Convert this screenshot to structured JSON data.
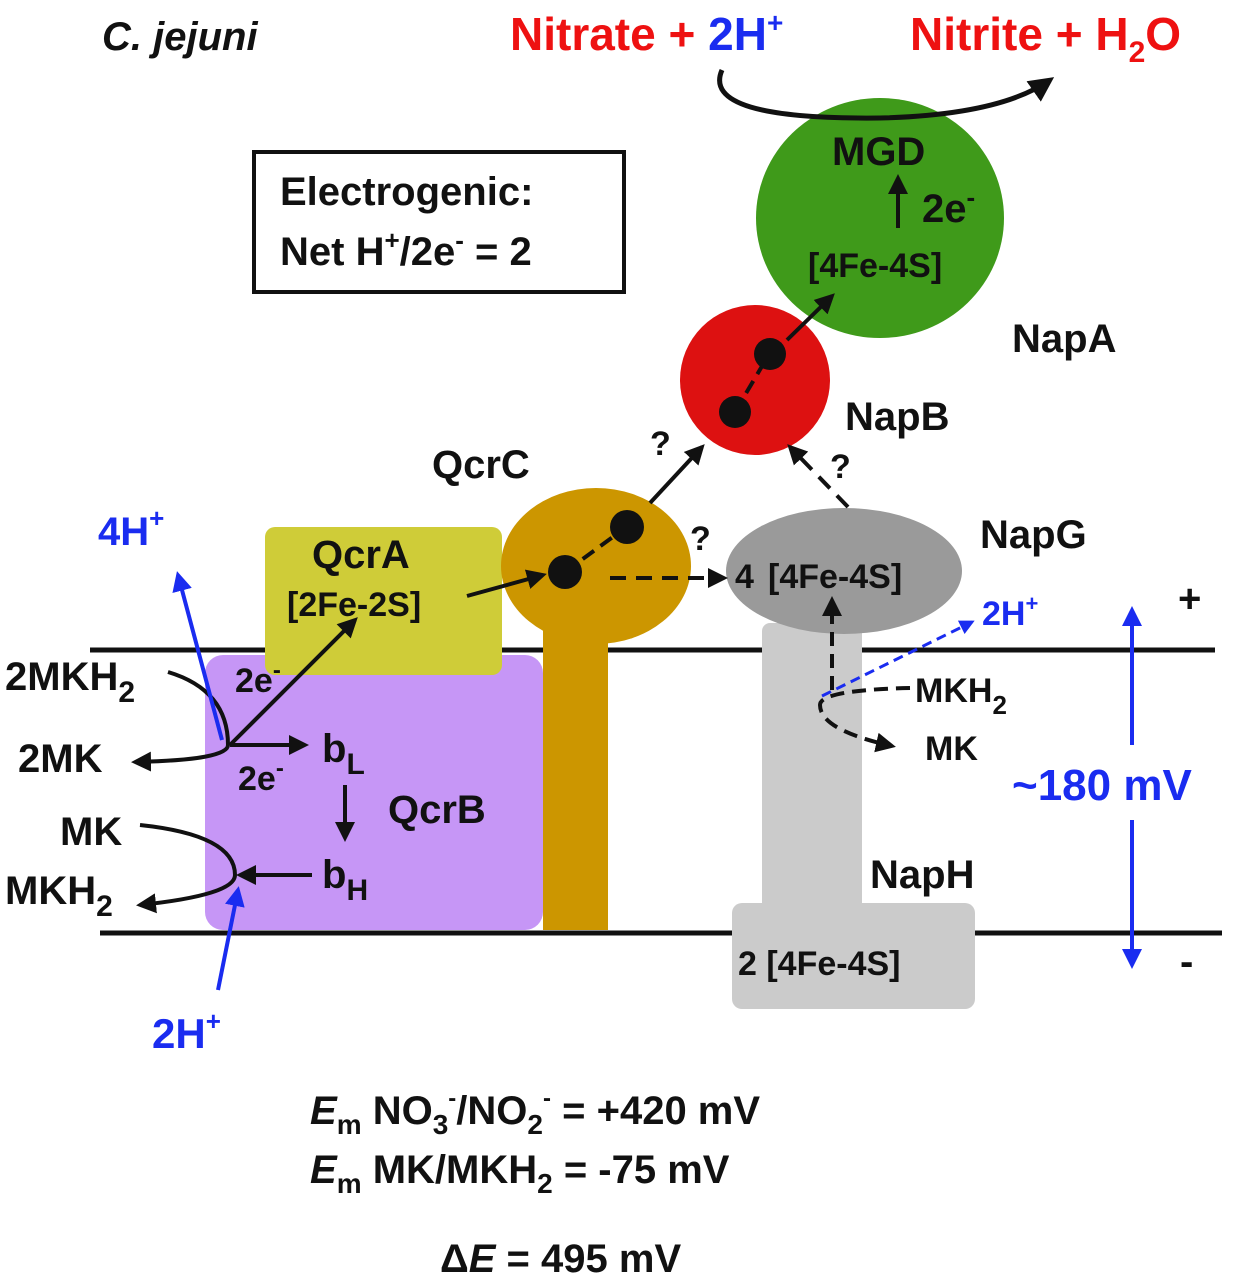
{
  "title": {
    "organism": "C. jejuni"
  },
  "reaction": {
    "substrate": "Nitrate",
    "plus1": "+",
    "protons": "2H",
    "protons_sup": "+",
    "product": "Nitrite",
    "plus2": "+",
    "water_h": "H",
    "water_sub": "2",
    "water_o": "O"
  },
  "electrogenic_box": {
    "line1": "Electrogenic:",
    "line2_pre": "Net H",
    "line2_sup1": "+",
    "line2_mid": "/2e",
    "line2_sup2": "-",
    "line2_post": " = 2"
  },
  "napa": {
    "name": "NapA",
    "mgd": "MGD",
    "e_count": "2e",
    "e_sup": "-",
    "cluster": "[4Fe-4S]"
  },
  "napb": {
    "name": "NapB"
  },
  "napg": {
    "name": "NapG",
    "count": "4",
    "cluster": "[4Fe-4S]"
  },
  "naph": {
    "name": "NapH",
    "cluster": "2 [4Fe-4S]"
  },
  "qcrc": {
    "name": "QcrC"
  },
  "qcra": {
    "name": "QcrA",
    "cluster": "[2Fe-2S]"
  },
  "qcrb": {
    "name": "QcrB",
    "bl": "b",
    "bl_sub": "L",
    "bh": "b",
    "bh_sub": "H",
    "e1": "2e",
    "e1_sup": "-",
    "e2": "2e",
    "e2_sup": "-"
  },
  "question_marks": [
    "?",
    "?",
    "?"
  ],
  "left_side": {
    "top_protons": "4H",
    "top_protons_sup": "+",
    "mkh2_top": "2MKH",
    "mkh2_top_sub": "2",
    "mk_top": "2MK",
    "mk_bottom": "MK",
    "mkh2_bottom": "MKH",
    "mkh2_bottom_sub": "2",
    "bottom_protons": "2H",
    "bottom_protons_sup": "+"
  },
  "napgh_side": {
    "protons": "2H",
    "protons_sup": "+",
    "mkh2": "MKH",
    "mkh2_sub": "2",
    "mk": "MK"
  },
  "membrane": {
    "plus": "+",
    "minus": "-",
    "potential": "~180 mV"
  },
  "potentials": {
    "line1_em": "E",
    "line1_m": "m",
    "line1_pre": " NO",
    "line1_sub1": "3",
    "line1_sup1": "-",
    "line1_mid": "/NO",
    "line1_sub2": "2",
    "line1_sup2": "-",
    "line1_eq": " =  +420 mV",
    "line2_em": "E",
    "line2_m": "m",
    "line2_pre": " MK/MKH",
    "line2_sub": "2",
    "line2_eq": " =     -75 mV",
    "line3_delta": "Δ",
    "line3_e": "E",
    "line3_eq": " = 495 mV"
  },
  "colors": {
    "napa": "#3f9a1a",
    "napb": "#dd1111",
    "napg": "#9a9a9a",
    "naph": "#cbcbcb",
    "qcrc": "#cc9600",
    "qcra": "#cfcc38",
    "qcrb": "#c696f6",
    "blue": "#1a2cf0",
    "red": "#ee1111"
  }
}
